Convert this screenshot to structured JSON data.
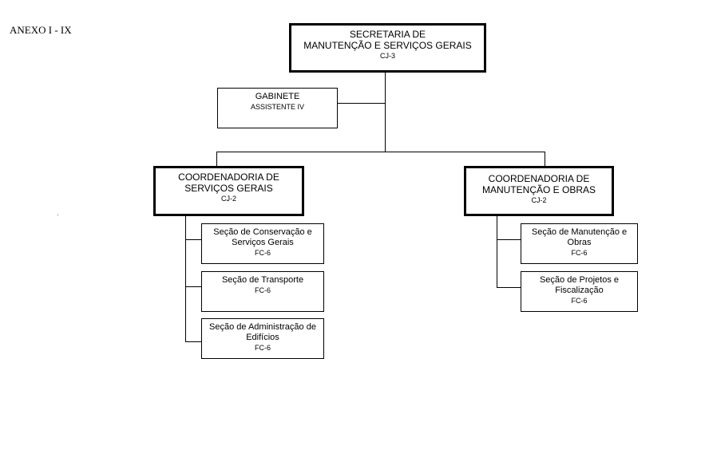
{
  "annex_label": "ANEXO I - IX",
  "secretaria": {
    "line1": "SECRETARIA DE",
    "line2": "MANUTENÇÃO E SERVIÇOS GERAIS",
    "code": "CJ-3"
  },
  "gabinete": {
    "title": "GABINETE",
    "code": "ASSISTENTE IV"
  },
  "coord_servicos": {
    "line1": "COORDENADORIA DE",
    "line2": "SERVIÇOS GERAIS",
    "code": "CJ-2"
  },
  "coord_manutencao": {
    "line1": "COORDENADORIA DE",
    "line2": "MANUTENÇÃO E OBRAS",
    "code": "CJ-2"
  },
  "secoes_servicos": [
    {
      "line1": "Seção de Conservação e",
      "line2": "Serviços Gerais",
      "code": "FC-6"
    },
    {
      "line1": "Seção de Transporte",
      "line2": "",
      "code": "FC-6"
    },
    {
      "line1": "Seção de Administração de",
      "line2": "Edifícios",
      "code": "FC-6"
    }
  ],
  "secoes_manutencao": [
    {
      "line1": "Seção de Manutenção e",
      "line2": "Obras",
      "code": "FC-6"
    },
    {
      "line1": "Seção de Projetos e",
      "line2": "Fiscalização",
      "code": "FC-6"
    }
  ]
}
